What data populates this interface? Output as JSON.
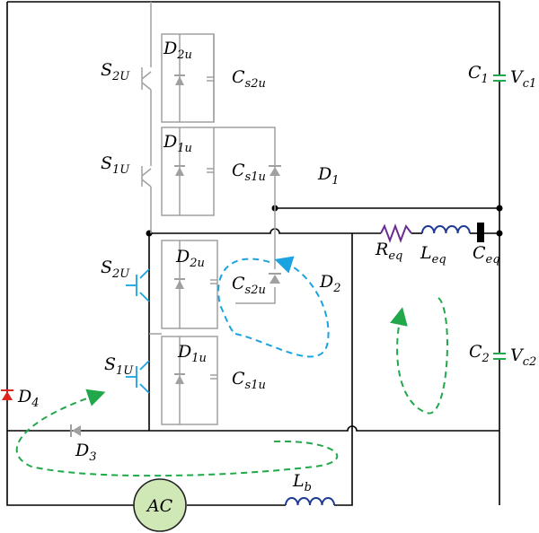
{
  "colors": {
    "wire": "#000000",
    "grey": "#a0a0a0",
    "cyan": "#1aa3e0",
    "green": "#21a84a",
    "red": "#e0231c",
    "purple": "#6b2c91",
    "inductor": "#1f3a93",
    "ac_fill": "#cfe8b6",
    "ac_stroke": "#222222"
  },
  "labels": {
    "S2U_top": {
      "main": "S",
      "sub": "2U"
    },
    "D2u_top": {
      "main": "D",
      "sub": "2u"
    },
    "Cs2u_top": {
      "main": "C",
      "sub": "s2u"
    },
    "S1U_top": {
      "main": "S",
      "sub": "1U"
    },
    "D1u_top": {
      "main": "D",
      "sub": "1u"
    },
    "Cs1u_top": {
      "main": "C",
      "sub": "s1u"
    },
    "D1": {
      "main": "D",
      "sub": "1"
    },
    "S2U_bot": {
      "main": "S",
      "sub": "2U"
    },
    "D2u_bot": {
      "main": "D",
      "sub": "2u"
    },
    "Cs2u_bot": {
      "main": "C",
      "sub": "s2u"
    },
    "D2": {
      "main": "D",
      "sub": "2"
    },
    "S1U_bot": {
      "main": "S",
      "sub": "1U"
    },
    "D1u_bot": {
      "main": "D",
      "sub": "1u"
    },
    "Cs1u_bot": {
      "main": "C",
      "sub": "s1u"
    },
    "D4": {
      "main": "D",
      "sub": "4"
    },
    "D3": {
      "main": "D",
      "sub": "3"
    },
    "C1": {
      "main": "C",
      "sub": "1"
    },
    "Vc1": {
      "main": "V",
      "sub": "c1"
    },
    "Req": {
      "main": "R",
      "sub": "eq"
    },
    "Leq": {
      "main": "L",
      "sub": "eq"
    },
    "Ceq": {
      "main": "C",
      "sub": "eq"
    },
    "C2": {
      "main": "C",
      "sub": "2"
    },
    "Vc2": {
      "main": "V",
      "sub": "c2"
    },
    "Lb": {
      "main": "L",
      "sub": "b"
    },
    "AC": "AC"
  }
}
